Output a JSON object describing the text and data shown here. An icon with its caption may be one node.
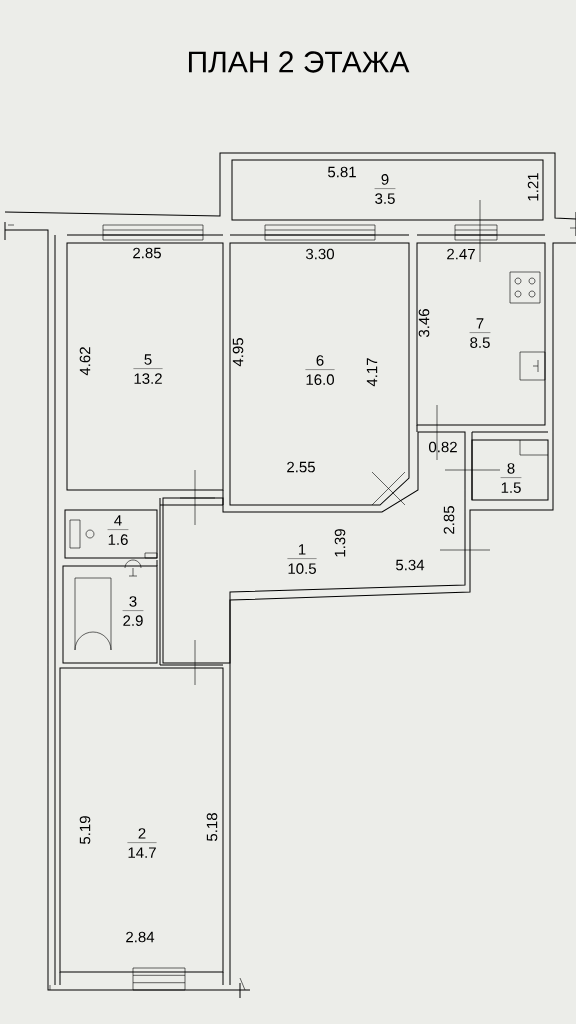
{
  "diagram": {
    "title": "ПЛАН 2 ЭТАЖА",
    "nodes": [
      {
        "text": [
          "9",
          "3.5"
        ]
      },
      {
        "text": [
          "5",
          "13.2"
        ]
      },
      {
        "text": [
          "6",
          "16.0"
        ]
      },
      {
        "text": [
          "7",
          "8.5"
        ]
      },
      {
        "text": [
          "8",
          "1.5"
        ]
      },
      {
        "text": [
          "4",
          "1.6"
        ]
      },
      {
        "text": [
          "1",
          "10.5"
        ]
      },
      {
        "text": [
          "3",
          "2.9"
        ]
      },
      {
        "text": [
          "2",
          "14.7"
        ]
      }
    ],
    "labels": [
      "5.81",
      "1.21",
      "2.85",
      "3.30",
      "2.47",
      "3.46",
      "4.62",
      "4.95",
      "4.17",
      "2.55",
      "0.82",
      "2.85",
      "1.39",
      "5.34",
      "5.19",
      "5.18",
      "2.84"
    ]
  }
}
